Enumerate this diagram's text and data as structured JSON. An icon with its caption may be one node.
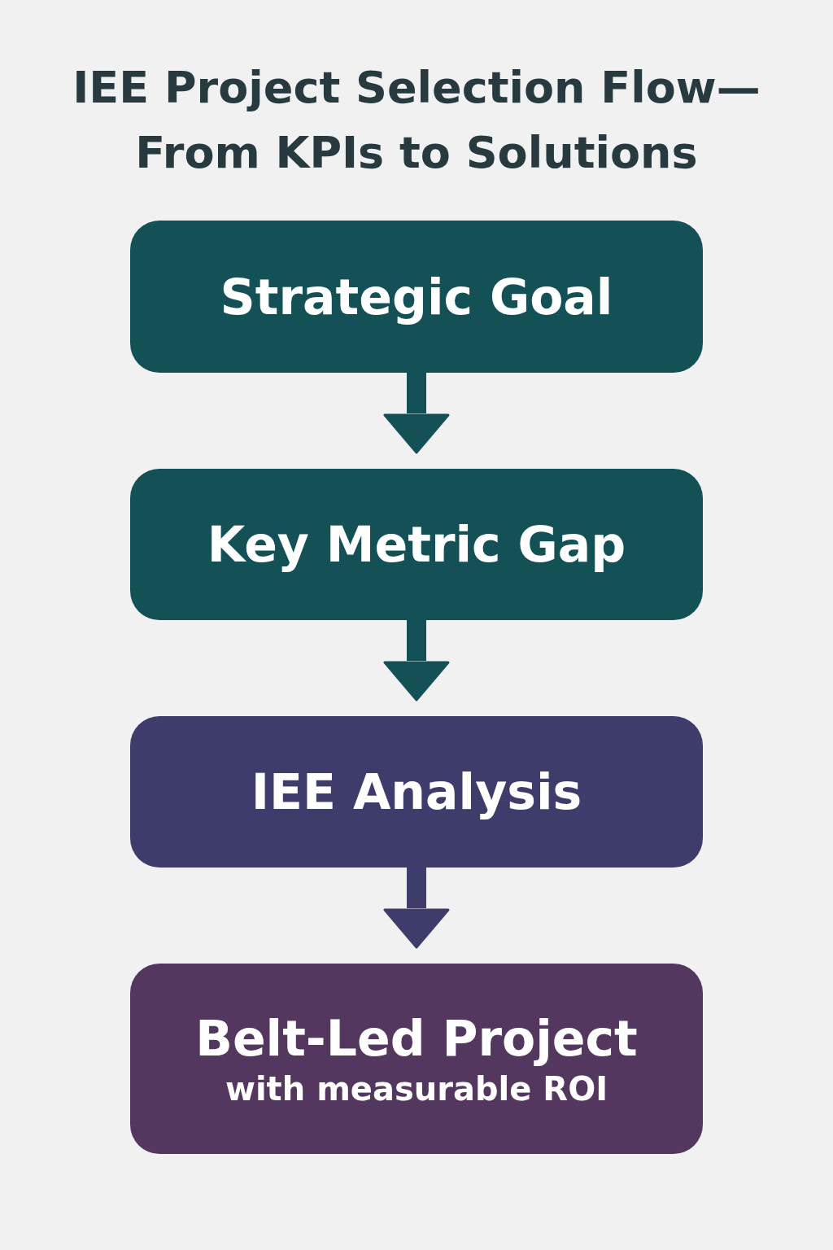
{
  "diagram": {
    "title": "IEE Project Selection Flow—From KPIs to Solutions",
    "nodes": [
      {
        "text": [
          "Strategic Goal"
        ]
      },
      {
        "text": [
          "Key Metric Gap"
        ]
      },
      {
        "text": [
          "IEE Analysis"
        ]
      },
      {
        "text": [
          "Belt-Led Project",
          "with measurable ROI"
        ]
      }
    ],
    "edges": [
      {
        "from": 0,
        "to": 1,
        "arrow": "to"
      },
      {
        "from": 1,
        "to": 2,
        "arrow": "to"
      },
      {
        "from": 2,
        "to": 3,
        "arrow": "to",
        "color": "#3e3c6a"
      }
    ]
  }
}
